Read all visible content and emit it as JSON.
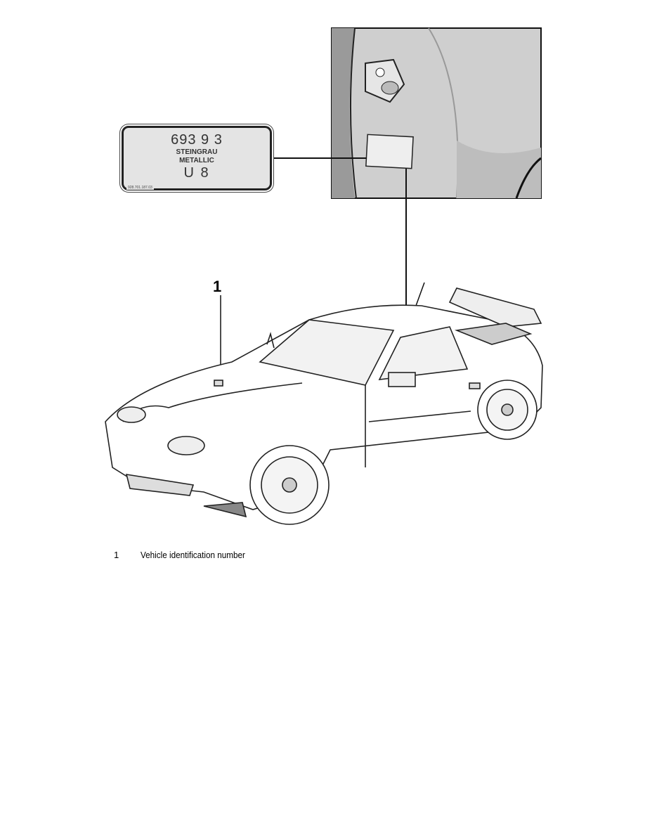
{
  "paint_label": {
    "code": "693  9  3",
    "color_name_line1": "STEINGRAU",
    "color_name_line2": "METALLIC",
    "interior_code": "U 8",
    "part_number": "928.701.187.03"
  },
  "callouts": [
    {
      "number": "1"
    }
  ],
  "legend": [
    {
      "number": "1",
      "text": "Vehicle identification number"
    }
  ]
}
